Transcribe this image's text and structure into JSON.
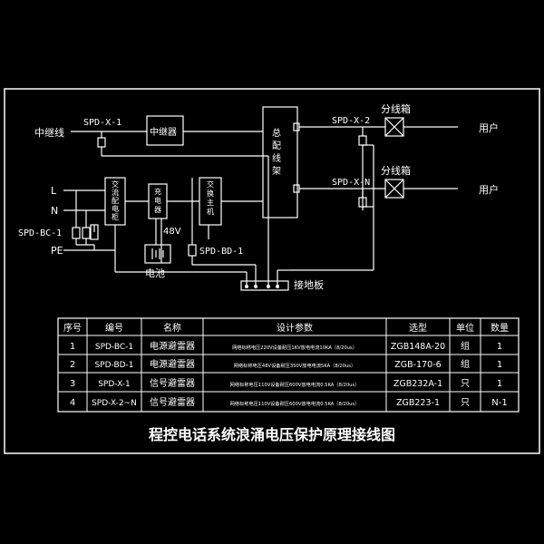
{
  "title": "程控电话系统浪涌电压保护原理接线图",
  "labels": {
    "relay_line": "中继线",
    "spd_x1": "SPD-X-1",
    "repeater": "中继器",
    "main_frame": "总配线架",
    "spd_x2": "SPD-X-2",
    "spd_xn": "SPD-X-N",
    "junction_box_1": "分线箱",
    "junction_box_2": "分线箱",
    "user_1": "用户",
    "user_2": "用户",
    "L": "L",
    "N": "N",
    "PE": "PE",
    "spd_bc1": "SPD-BC-1",
    "ac_cabinet": "交流配电柜",
    "rectifier": "充电器",
    "switch_host": "交换主机",
    "v48": "48V",
    "spd_bd1": "SPD-BD-1",
    "battery": "电池",
    "ground_plate": "接地板"
  },
  "table": {
    "headers": [
      "序号",
      "编号",
      "名称",
      "设计参数",
      "选型",
      "单位",
      "数量"
    ],
    "rows": [
      [
        "1",
        "SPD-BC-1",
        "电源避雷器",
        "网络标称电压220V设备耐压1KV放电电流10KA（8/20us）",
        "ZGB148A-20",
        "组",
        "1"
      ],
      [
        "2",
        "SPD-BD-1",
        "电源避雷器",
        "网络标称电压48V设备耐压350V放电电流5KA（8/20us）",
        "ZGB-170-6",
        "组",
        "1"
      ],
      [
        "3",
        "SPD-X-1",
        "信号避雷器",
        "网络标称电压110V设备耐压600V放电电流0.5KA（8/20us）",
        "ZGB232A-1",
        "只",
        "1"
      ],
      [
        "4",
        "SPD-X-2~N",
        "信号避雷器",
        "网络标称电压110V设备耐压600V放电电流0.5KA（8/20us）",
        "ZGB223-1",
        "只",
        "N-1"
      ]
    ]
  },
  "colors": {
    "background": "#000000",
    "line": "#ffffff"
  }
}
